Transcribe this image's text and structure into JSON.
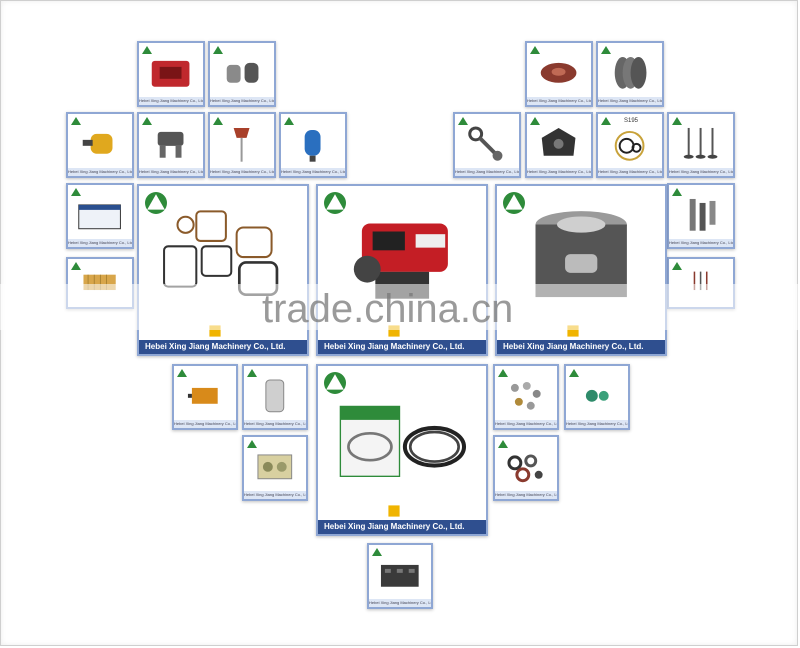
{
  "company_caption": "Hebei Xing Jiang Machinery Co., Ltd.",
  "watermark": "trade.china.cn",
  "tiles": [
    {
      "id": "cylinder-head-red",
      "product": "cylinder-head"
    },
    {
      "id": "bearing-bushes",
      "product": "bushings"
    },
    {
      "id": "oil-filter-yellow",
      "product": "fuel-filter"
    },
    {
      "id": "rocker-arm",
      "product": "rocker-arm"
    },
    {
      "id": "dipstick-cap",
      "product": "oil-dipstick"
    },
    {
      "id": "fuel-pump-blue",
      "product": "fuel-pump"
    },
    {
      "id": "battery",
      "product": "battery"
    },
    {
      "id": "radiator-yellow",
      "product": "radiator"
    },
    {
      "id": "gasket-set",
      "product": "gasket-set"
    },
    {
      "id": "diesel-engine",
      "product": "diesel-engine"
    },
    {
      "id": "piston",
      "product": "piston"
    },
    {
      "id": "flywheel-red",
      "product": "flywheel"
    },
    {
      "id": "pulley",
      "product": "pulley"
    },
    {
      "id": "connecting-rod",
      "product": "connecting-rod"
    },
    {
      "id": "oil-pump-plate",
      "product": "oil-pump"
    },
    {
      "id": "o-rings",
      "product": "o-rings",
      "label": "S195"
    },
    {
      "id": "valves",
      "product": "valves"
    },
    {
      "id": "injectors",
      "product": "injectors"
    },
    {
      "id": "push-rods",
      "product": "push-rods"
    },
    {
      "id": "oil-cooler",
      "product": "oil-cooler"
    },
    {
      "id": "air-filter",
      "product": "air-filter"
    },
    {
      "id": "piston-rings",
      "product": "piston-rings"
    },
    {
      "id": "bolts-set",
      "product": "bolts"
    },
    {
      "id": "valve-parts-green",
      "product": "valve-parts"
    },
    {
      "id": "boxed-parts",
      "product": "boxed-parts"
    },
    {
      "id": "bearings-seals",
      "product": "bearings-seals"
    },
    {
      "id": "cylinder-liner-plate",
      "product": "liner-plate"
    }
  ]
}
